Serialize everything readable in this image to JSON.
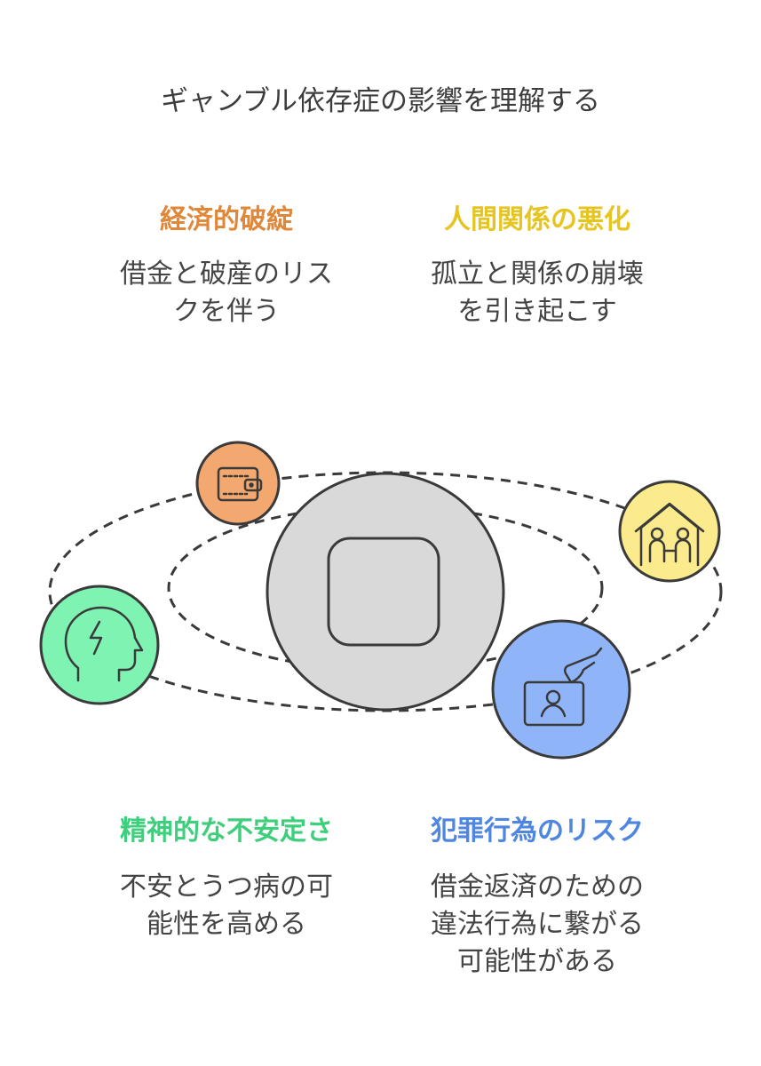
{
  "title": "ギャンブル依存症の影響を理解する",
  "sections": [
    {
      "heading": "経済的破綻",
      "heading_color": "#e0883a",
      "desc_lines": [
        "借金と破産のリス",
        "クを伴う"
      ],
      "icon": "wallet-icon",
      "icon_color": "#f2a86e"
    },
    {
      "heading": "人間関係の悪化",
      "heading_color": "#e6c521",
      "desc_lines": [
        "孤立と関係の崩壊",
        "を引き起こす"
      ],
      "icon": "family-house-icon",
      "icon_color": "#fbeb8c"
    },
    {
      "heading": "精神的な不安定さ",
      "heading_color": "#3ecf7c",
      "desc_lines": [
        "不安とうつ病の可",
        "能性を高める"
      ],
      "icon": "head-lightning-icon",
      "icon_color": "#7ef3b2"
    },
    {
      "heading": "犯罪行為のリスク",
      "heading_color": "#4e86e0",
      "desc_lines": [
        "借金返済のための",
        "違法行為に繋がる",
        "可能性がある"
      ],
      "icon": "id-card-hand-icon",
      "icon_color": "#8fb5f8"
    }
  ],
  "center": {
    "icon": "rounded-square-icon",
    "color": "#d9d9d9"
  }
}
